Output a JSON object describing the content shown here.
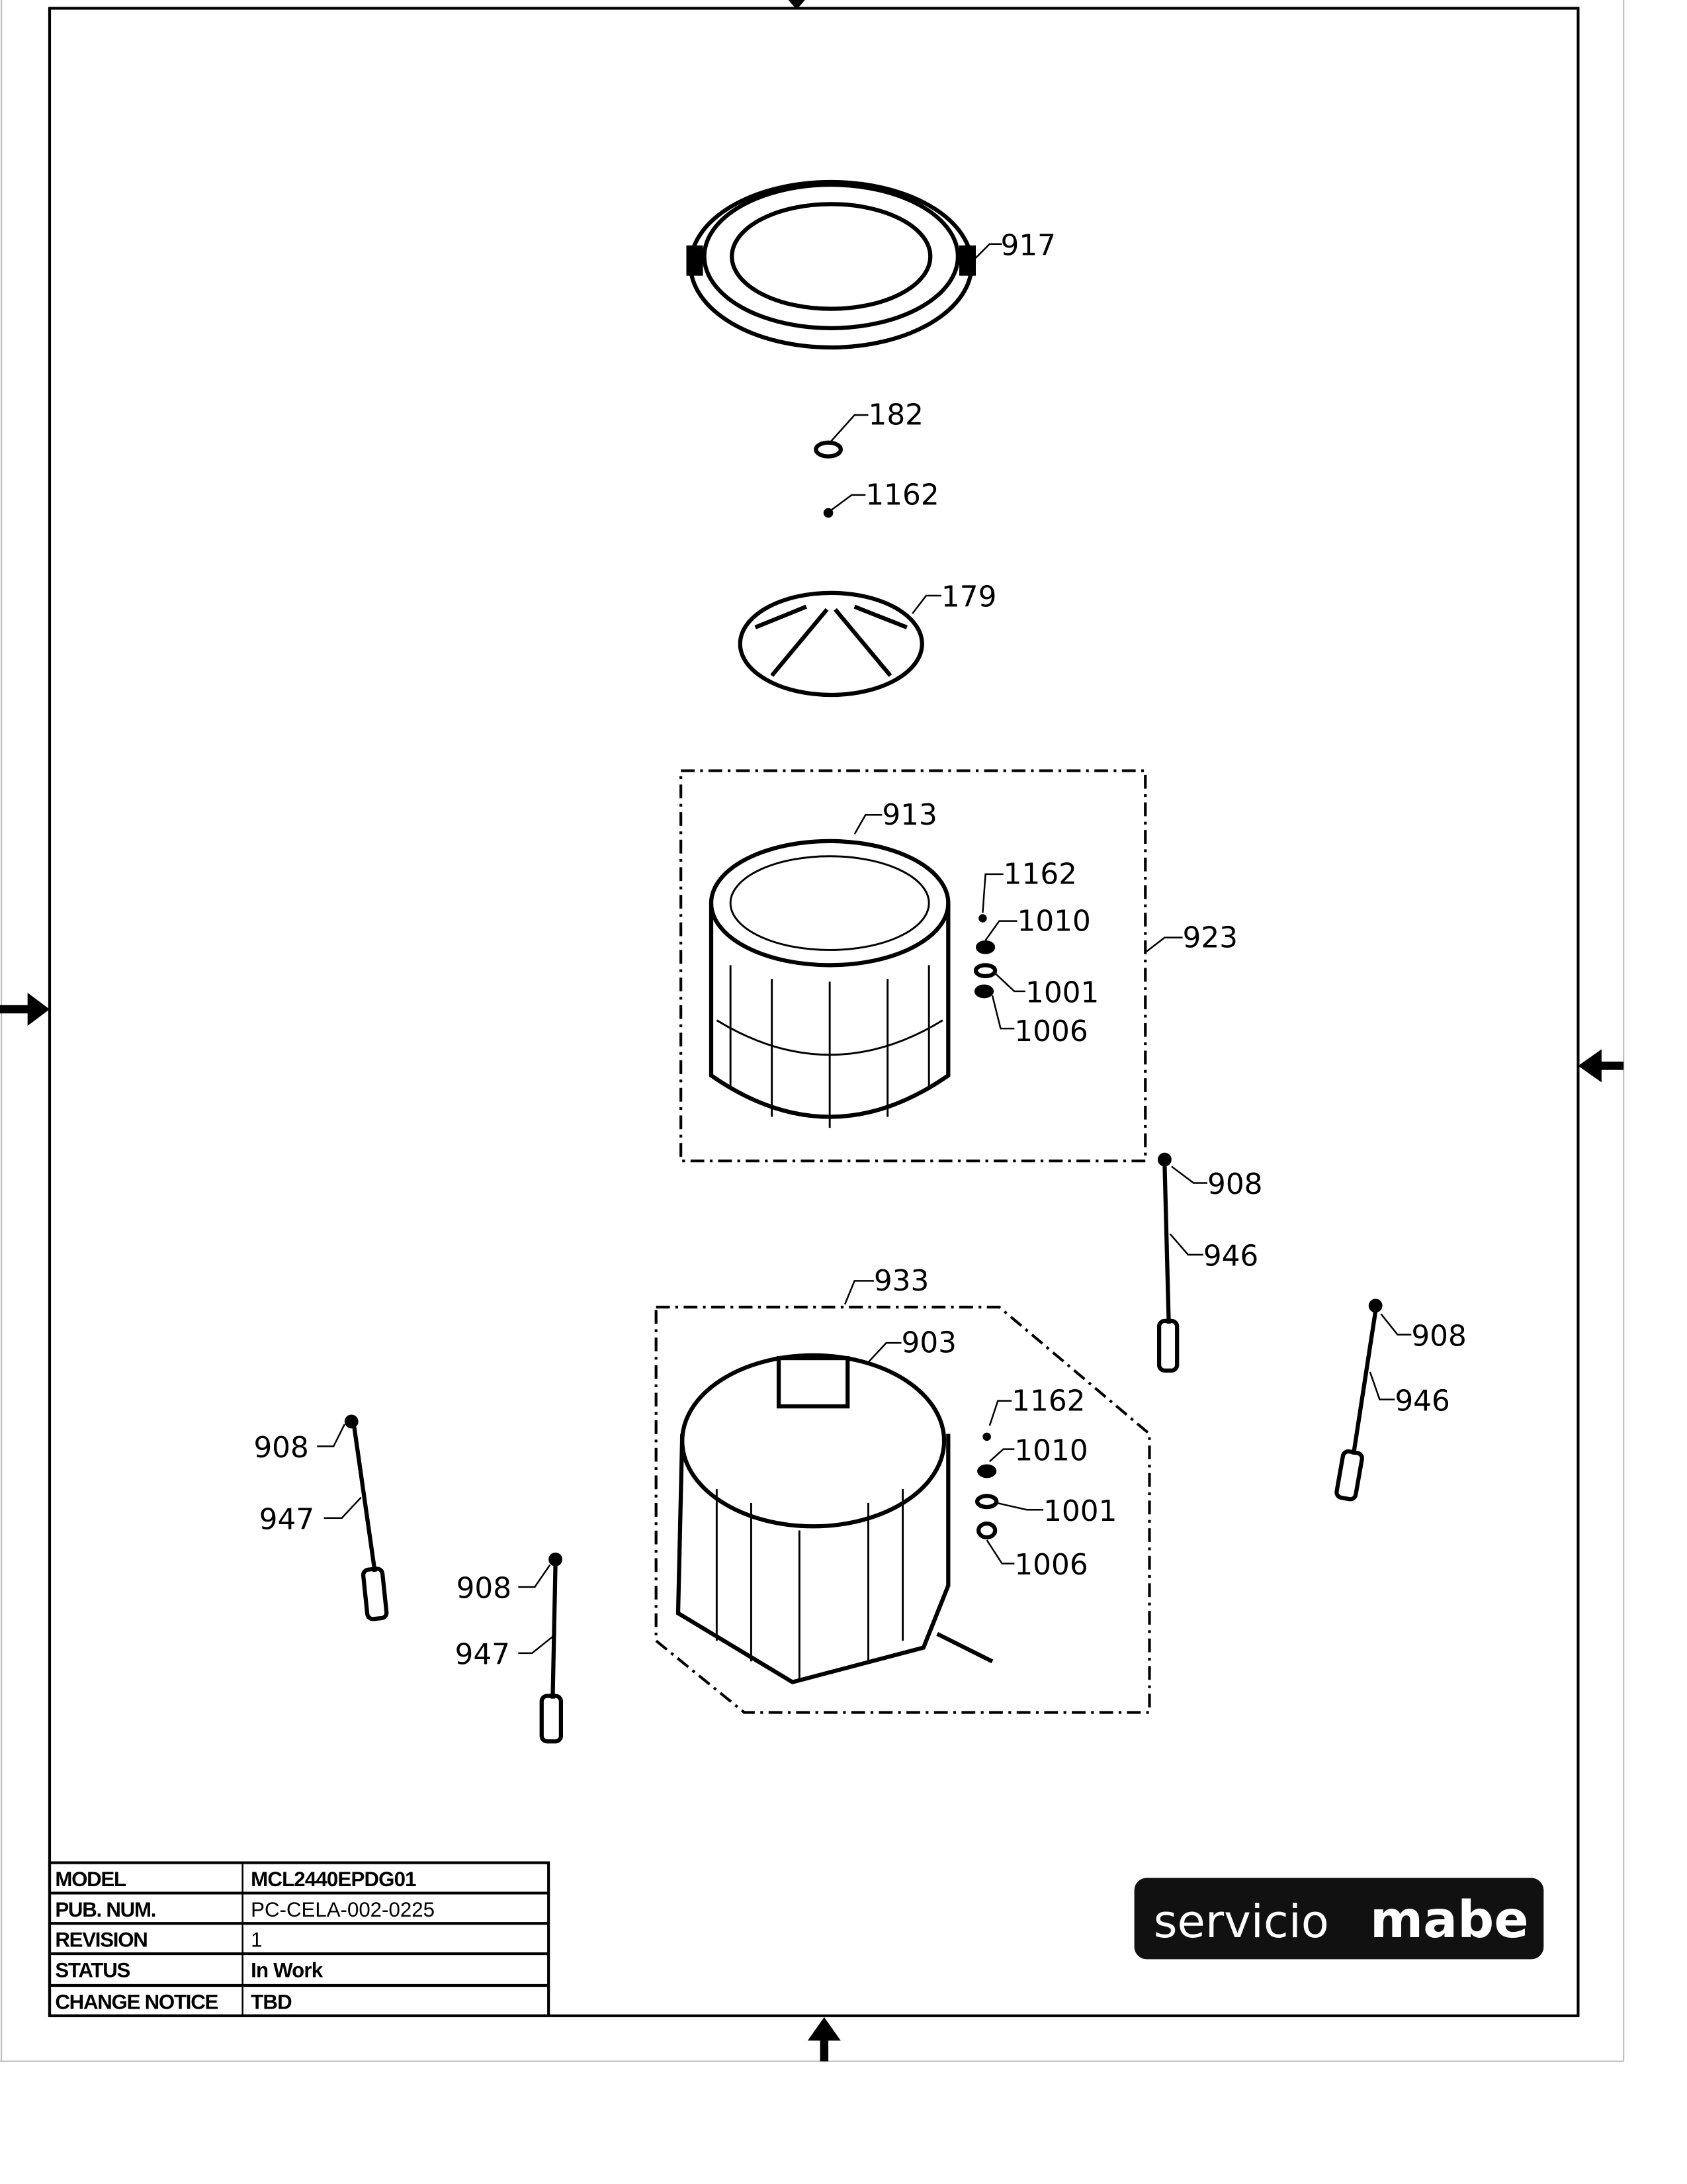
{
  "callouts": [
    {
      "label": "917"
    },
    {
      "label": "182"
    },
    {
      "label": "1162"
    },
    {
      "label": "179"
    },
    {
      "label": "913"
    },
    {
      "label": "1162"
    },
    {
      "label": "1010"
    },
    {
      "label": "923"
    },
    {
      "label": "1001"
    },
    {
      "label": "1006"
    },
    {
      "label": "908"
    },
    {
      "label": "946"
    },
    {
      "label": "933"
    },
    {
      "label": "903"
    },
    {
      "label": "908"
    },
    {
      "label": "946"
    },
    {
      "label": "1162"
    },
    {
      "label": "1010"
    },
    {
      "label": "1001"
    },
    {
      "label": "1006"
    },
    {
      "label": "908"
    },
    {
      "label": "947"
    },
    {
      "label": "908"
    },
    {
      "label": "947"
    }
  ],
  "title_block": {
    "rows": [
      {
        "label": "MODEL",
        "value": "MCL2440EPDG01"
      },
      {
        "label": "PUB. NUM.",
        "value": "PC-CELA-002-0225"
      },
      {
        "label": "REVISION",
        "value": "1"
      },
      {
        "label": "STATUS",
        "value": "In Work"
      },
      {
        "label": "CHANGE NOTICE",
        "value": "TBD"
      }
    ]
  },
  "logo": {
    "part1": "servicio",
    "part2": "mabe"
  }
}
